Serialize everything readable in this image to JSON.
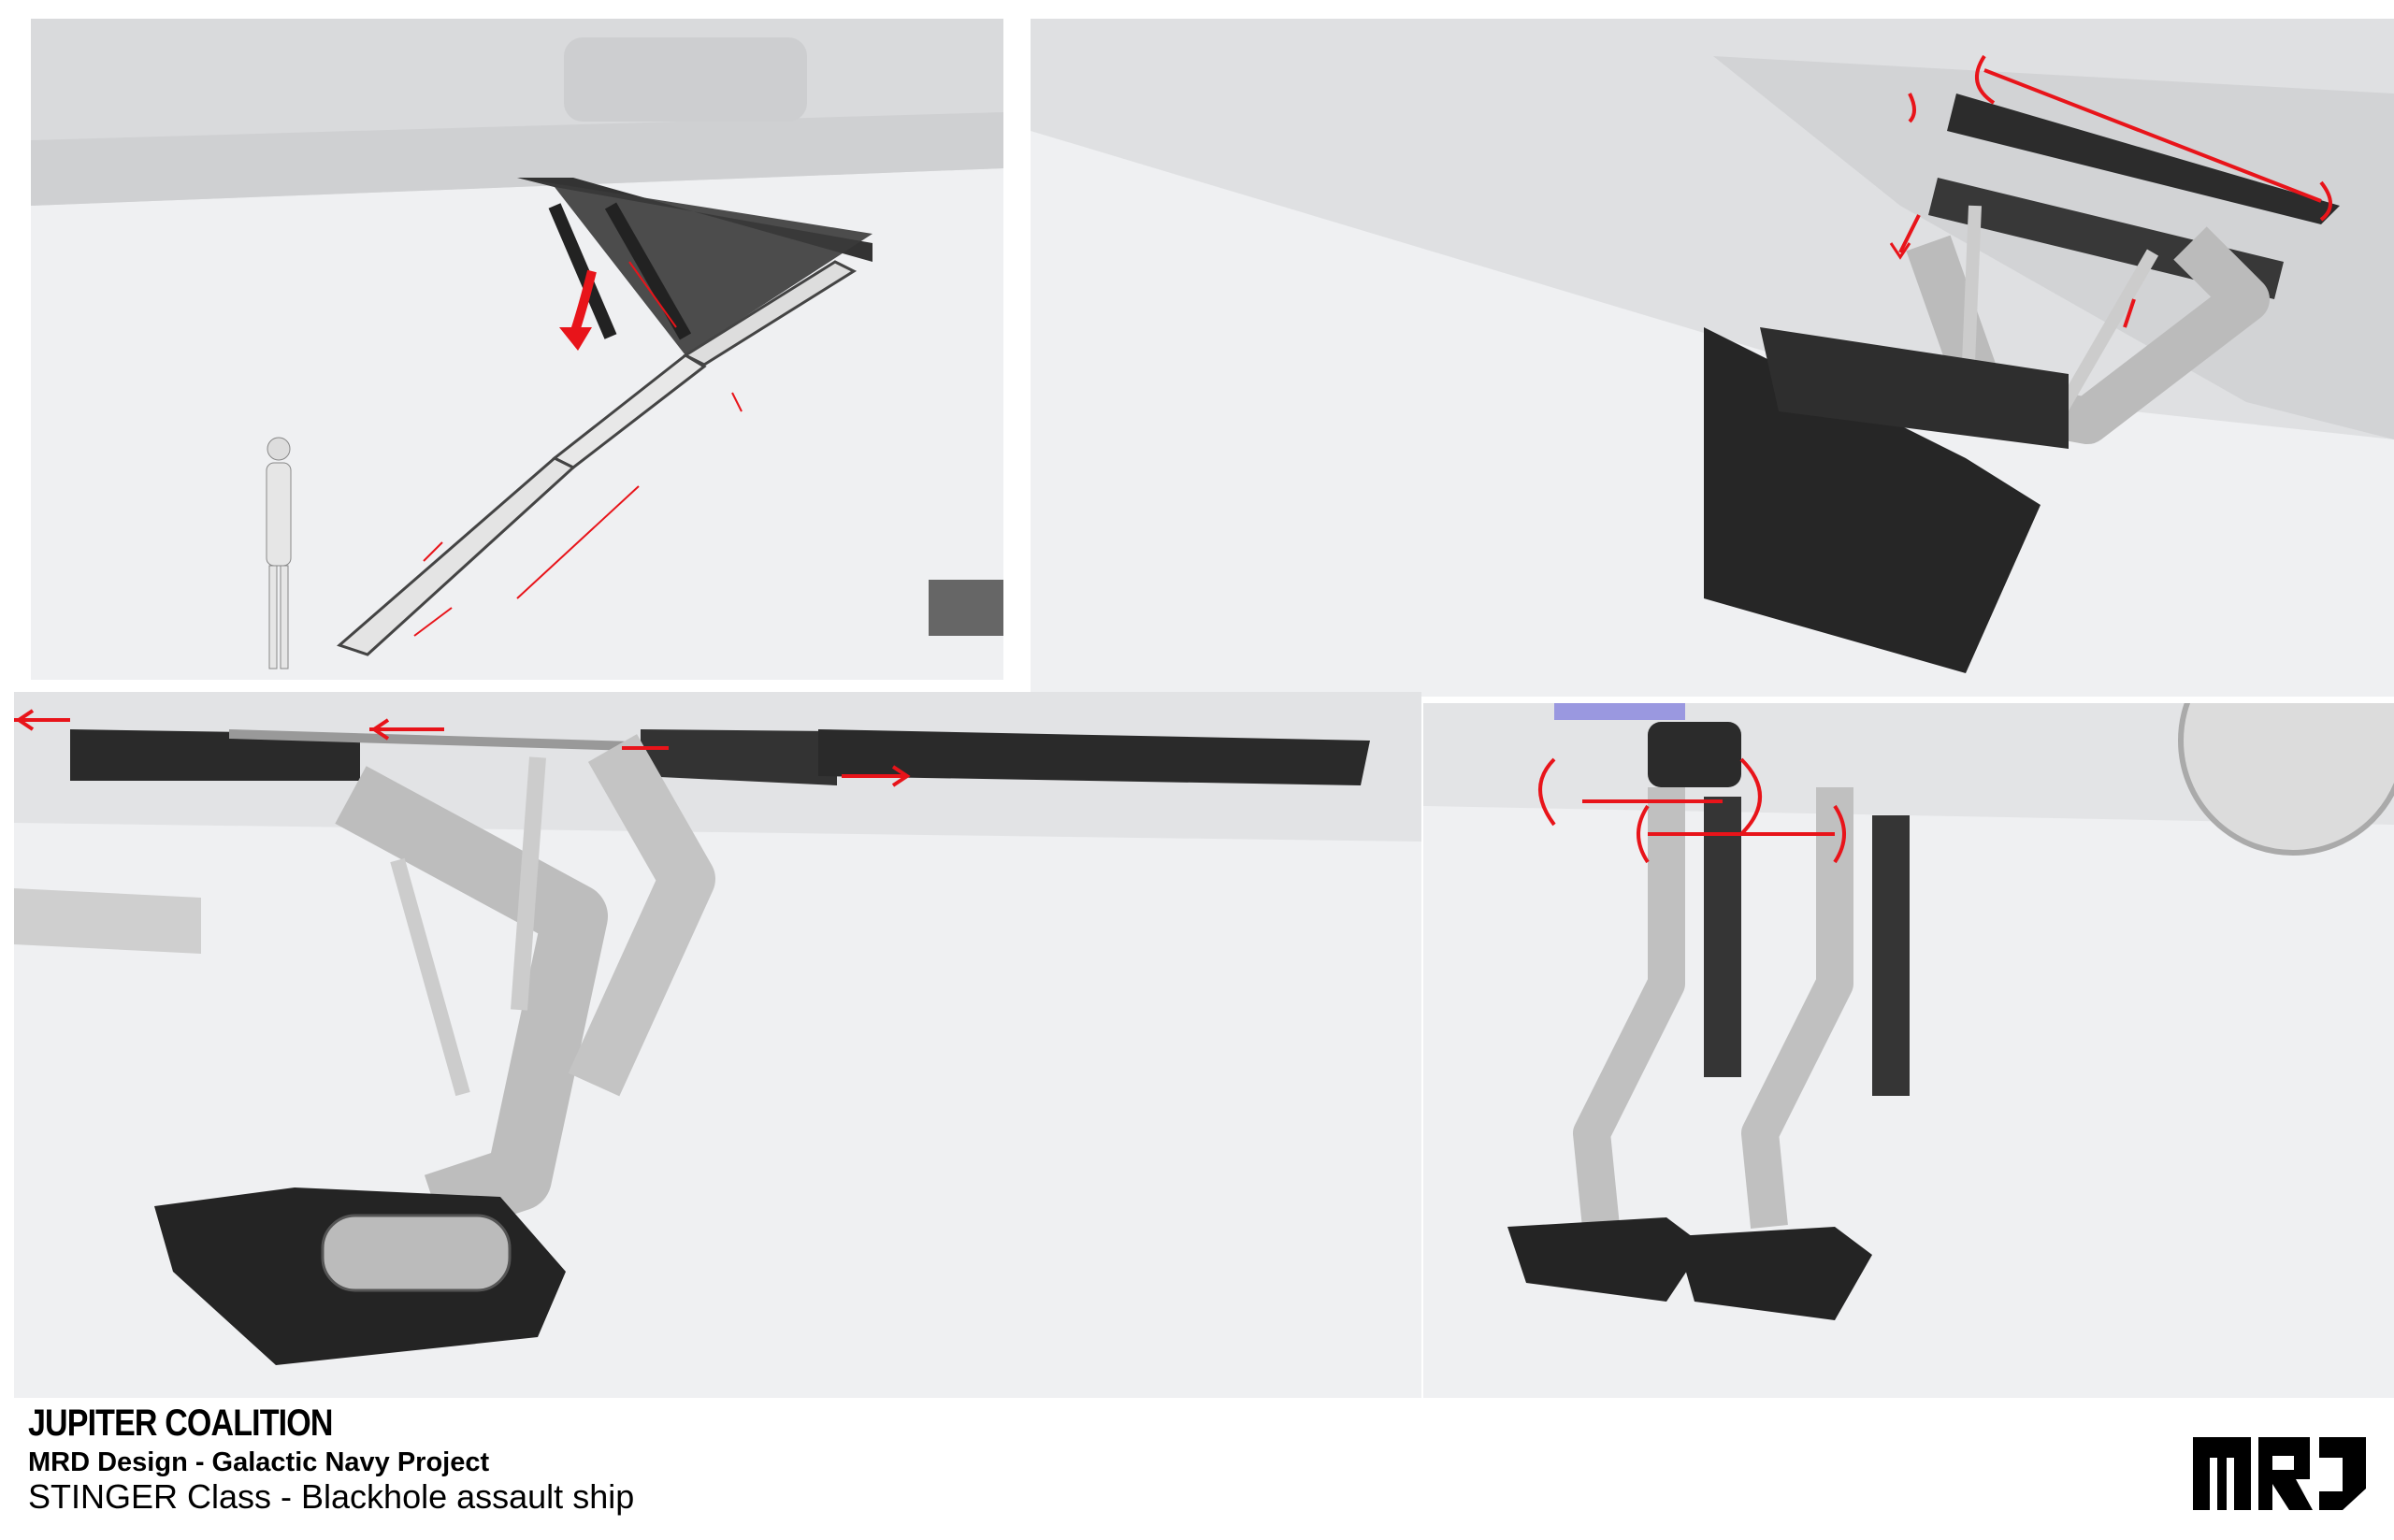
{
  "title": {
    "org": "JUPITER COALITION",
    "studio": "MRD Design - Galactic Navy Project",
    "ship": "STINGER Class - Blackhole assault ship"
  },
  "logo": {
    "text": "MRJ"
  },
  "colors": {
    "arrow": "#e8141a",
    "part_dark": "#2a2a2a",
    "part_light": "#c8c8c8",
    "background": "#eff0f2"
  }
}
